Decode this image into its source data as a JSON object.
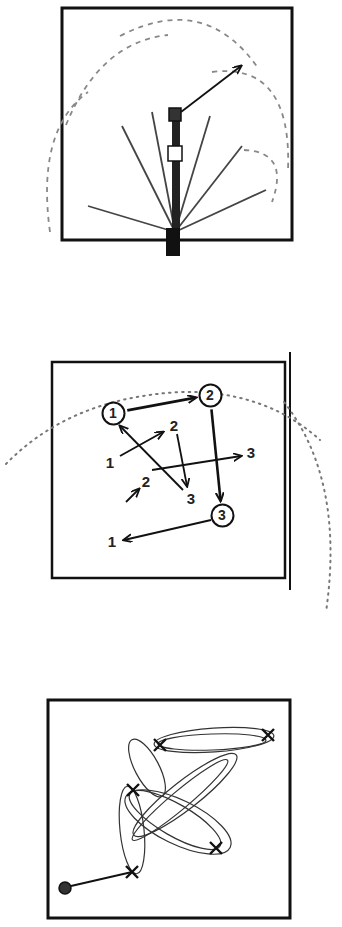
{
  "diagram": {
    "nodes": [
      {
        "text": [
          "1"
        ]
      },
      {
        "text": [
          "2"
        ]
      },
      {
        "text": [
          "3"
        ]
      }
    ],
    "edges": [
      {
        "from": 0,
        "to": 1,
        "arrow": "to"
      },
      {
        "from": 1,
        "to": 2,
        "arrow": "to"
      }
    ],
    "labels": [
      "2",
      "3",
      "1",
      "2",
      "3",
      "1"
    ]
  }
}
